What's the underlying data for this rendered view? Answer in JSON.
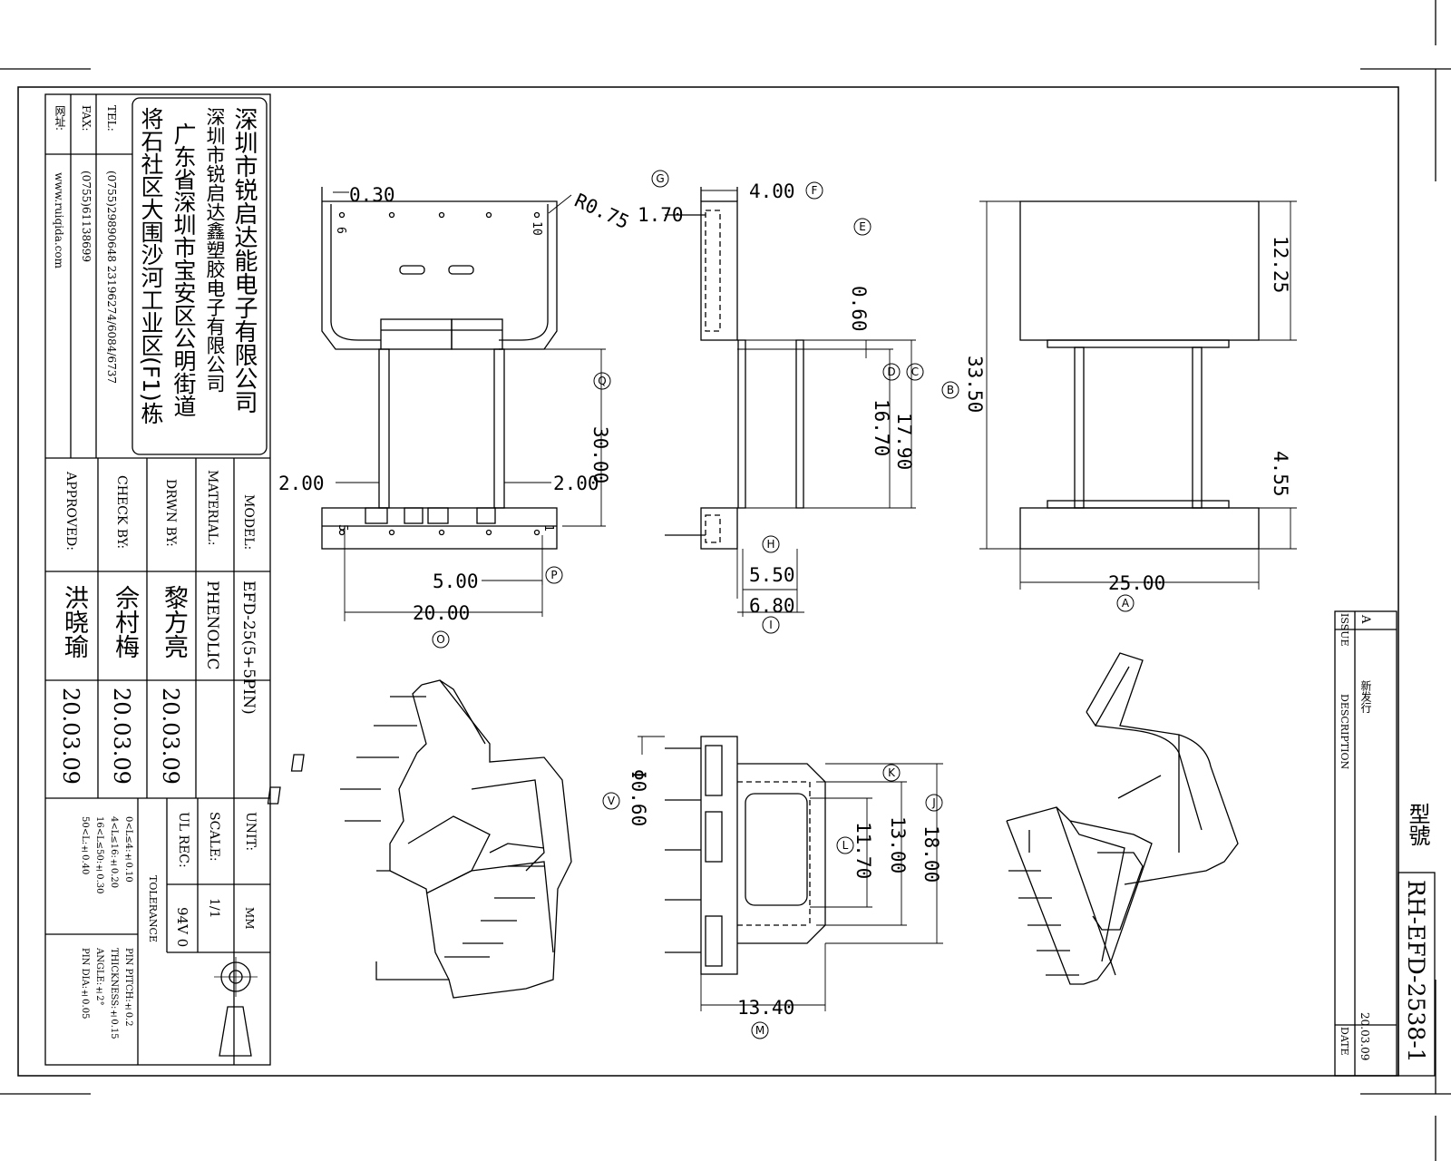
{
  "title_block": {
    "company_cn": "深圳市锐启达能电子有限公司",
    "company_cn2": "深圳市锐启达鑫塑胶电子有限公司",
    "address1": "广东省深圳市宝安区公明街道",
    "address2": "将石社区大围沙河工业区(F1)栋",
    "tel_label": "TEL:",
    "tel_value": "(0755)29890648 23196274/6084/6737",
    "fax_label": "FAX:",
    "fax_value": "(0755)61138699",
    "web_label": "网址:",
    "web_value": "www.ruiqida.com",
    "model_label": "MODEL:",
    "model_value": "EFD-25(5+5PIN)",
    "material_label": "MATERIAL:",
    "material_value": "PHENOLIC",
    "drwn_label": "DRWN BY:",
    "drwn_name": "黎方亮",
    "drwn_date": "20.03.09",
    "check_label": "CHECK BY:",
    "check_name": "佘村梅",
    "check_date": "20.03.09",
    "approved_label": "APPROVED:",
    "approved_name": "洪晓瑜",
    "approved_date": "20.03.09",
    "unit_label": "UNIT:",
    "unit_value": "MM",
    "scale_label": "SCALE:",
    "scale_value": "1/1",
    "ul_label": "UL REC:",
    "ul_value": "94V 0",
    "tolerance_label": "TOLERANCE",
    "tol_1": "0<L≤4:±0.10",
    "tol_2": "4<L≤16:±0.20",
    "tol_3": "16<L≤50:±0.30",
    "tol_4": "50<L:±0.40",
    "tol_5": "PIN PITCH:±0.2",
    "tol_6": "THICKNESS:±0.15",
    "tol_7": "ANGLE:±2°",
    "tol_8": "PIN DIA:±0.05"
  },
  "revision_block": {
    "issue_label": "ISSUE",
    "issue_value": "A",
    "desc_label": "DESCRIPTION",
    "desc_value": "新发行",
    "date_label": "DATE",
    "date_value": "20.03.09",
    "type_label": "型號",
    "part_number": "RH-EFD-2538-1"
  },
  "dims": {
    "d030": "0.30",
    "r075": "R0.75",
    "d3000": "30.00",
    "d200a": "2.00",
    "d200b": "2.00",
    "d500": "5.00",
    "d2000": "20.00",
    "pin6": "6",
    "pin10": "10",
    "pin5": "5",
    "pin1": "1",
    "d170": "1.70",
    "d400": "4.00",
    "d060": "0.60",
    "d1790": "17.90",
    "d1670": "16.70",
    "d550": "5.50",
    "d680": "6.80",
    "d1225": "12.25",
    "d3350": "33.50",
    "d455": "4.55",
    "d2500": "25.00",
    "dphi060": "Φ0.60",
    "d1800": "18.00",
    "d1300": "13.00",
    "d1170": "11.70",
    "d1340": "13.40",
    "lbl_G": "G",
    "lbl_F": "F",
    "lbl_E": "E",
    "lbl_C": "C",
    "lbl_D": "D",
    "lbl_B": "B",
    "lbl_Q": "Q",
    "lbl_P": "P",
    "lbl_O": "O",
    "lbl_H": "H",
    "lbl_I": "I",
    "lbl_A": "A",
    "lbl_V": "V",
    "lbl_K": "K",
    "lbl_J": "J",
    "lbl_L": "L",
    "lbl_M": "M"
  }
}
